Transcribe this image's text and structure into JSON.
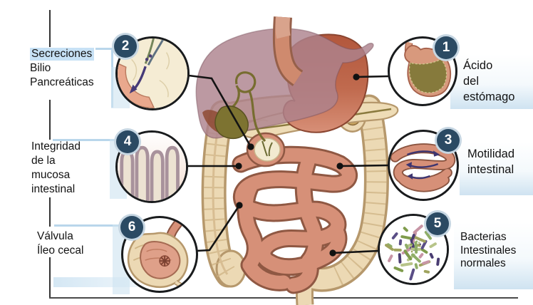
{
  "callouts": {
    "left": [
      {
        "number": "2",
        "lines": [
          "Secreciones",
          "Bilio",
          "Pancreáticas"
        ]
      },
      {
        "number": "4",
        "lines": [
          "Integridad",
          "de la",
          "mucosa",
          "intestinal"
        ]
      },
      {
        "number": "6",
        "lines": [
          "Válvula",
          "Íleo cecal"
        ]
      }
    ],
    "right": [
      {
        "number": "1",
        "lines": [
          "Ácido",
          "del",
          "estómago"
        ]
      },
      {
        "number": "3",
        "lines": [
          "Motilidad",
          "intestinal"
        ]
      },
      {
        "number": "5",
        "lines": [
          "Bacterias",
          "Intestinales",
          "normales"
        ]
      }
    ]
  },
  "colors": {
    "badge_navy": "#2b4a63",
    "text_highlight": "#c7e1f5",
    "panel_blue": "#cfe3f1",
    "callout_line": "#141414",
    "stomach_dark": "#b45a3f",
    "stomach_light": "#d78f77",
    "liver_mauve": "#ab8390",
    "colon_beige": "#ecd9b4",
    "intestine_salmon": "#d69078",
    "acid_olive": "#867a3c",
    "arrow_purple": "#43386e"
  }
}
